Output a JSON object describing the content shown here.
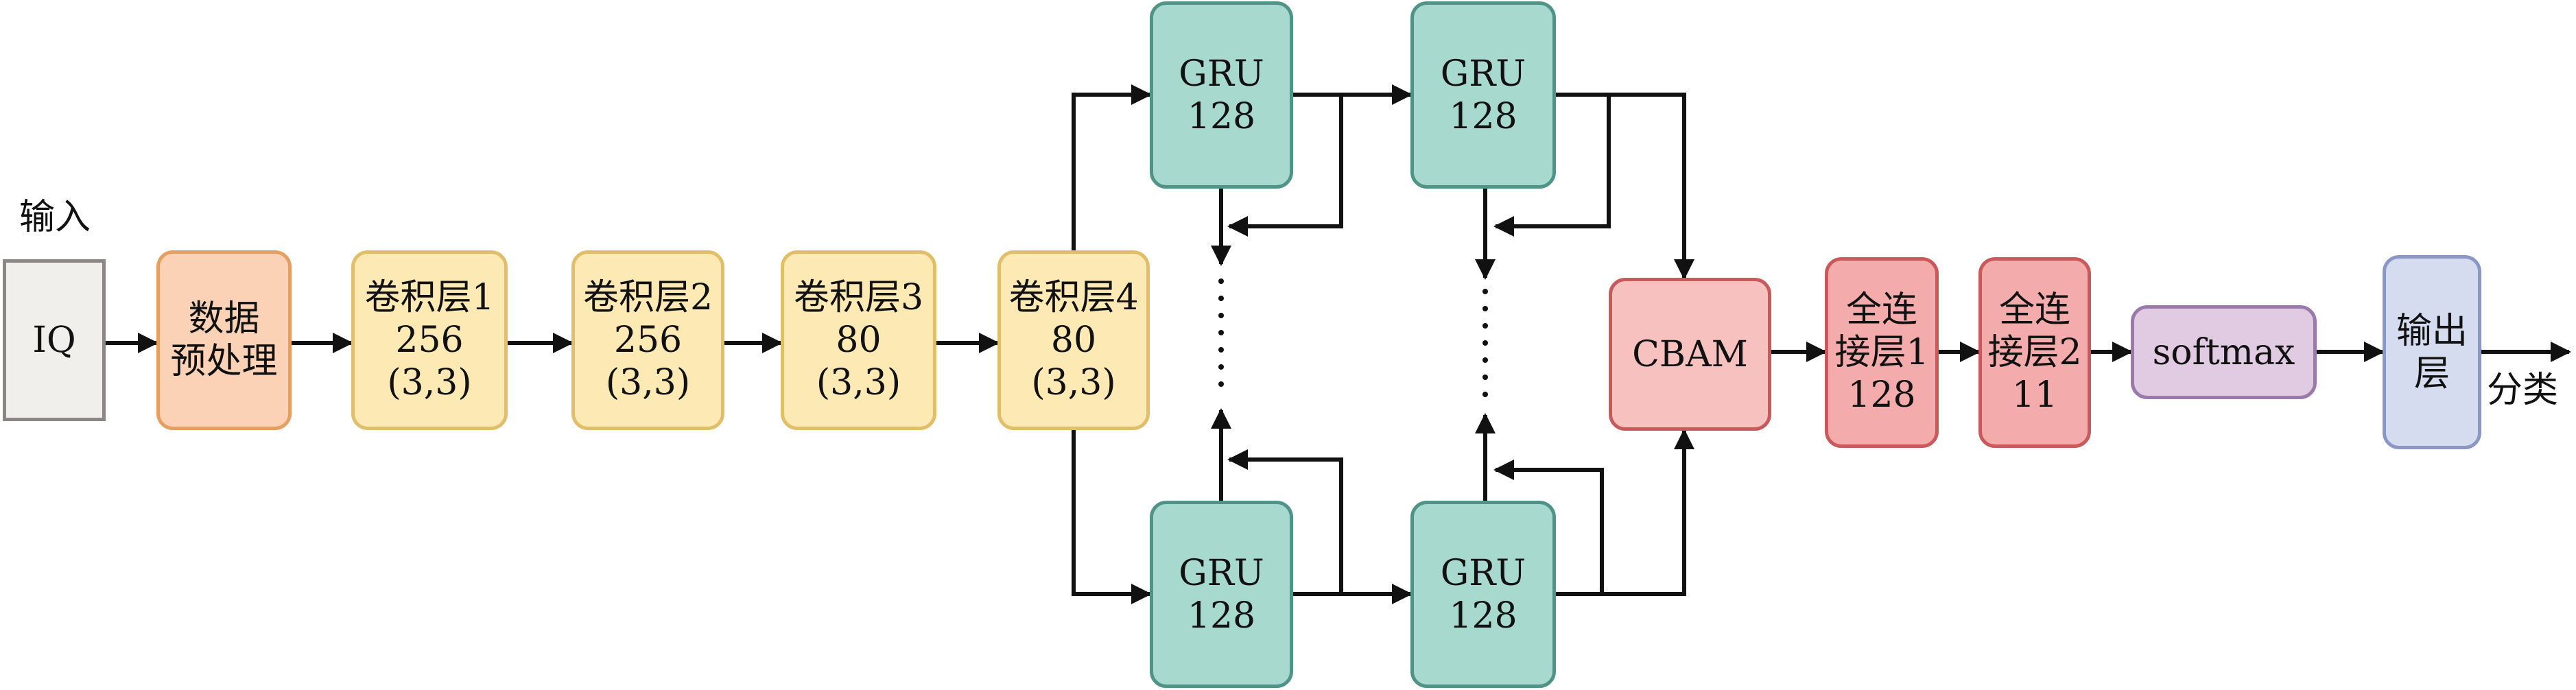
{
  "labels": {
    "input": "输入",
    "output": "分类"
  },
  "nodes": {
    "iq": {
      "lines": [
        "IQ"
      ],
      "fill": "#f1efec",
      "stroke": "#8a8784"
    },
    "pre": {
      "lines": [
        "数据",
        "预处理"
      ],
      "fill": "#fbd2b5",
      "stroke": "#e59f62"
    },
    "conv1": {
      "lines": [
        "卷积层1",
        "256",
        "(3,3)"
      ],
      "fill": "#fde9b4",
      "stroke": "#e1bf6a"
    },
    "conv2": {
      "lines": [
        "卷积层2",
        "256",
        "(3,3)"
      ],
      "fill": "#fde9b4",
      "stroke": "#e1bf6a"
    },
    "conv3": {
      "lines": [
        "卷积层3",
        "80",
        "(3,3)"
      ],
      "fill": "#fde9b4",
      "stroke": "#e1bf6a"
    },
    "conv4": {
      "lines": [
        "卷积层4",
        "80",
        "(3,3)"
      ],
      "fill": "#fde9b4",
      "stroke": "#e1bf6a"
    },
    "gru_tl": {
      "lines": [
        "GRU",
        "128"
      ],
      "fill": "#a8d9cf",
      "stroke": "#4f9487"
    },
    "gru_tr": {
      "lines": [
        "GRU",
        "128"
      ],
      "fill": "#a8d9cf",
      "stroke": "#4f9487"
    },
    "gru_bl": {
      "lines": [
        "GRU",
        "128"
      ],
      "fill": "#a8d9cf",
      "stroke": "#4f9487"
    },
    "gru_br": {
      "lines": [
        "GRU",
        "128"
      ],
      "fill": "#a8d9cf",
      "stroke": "#4f9487"
    },
    "cbam": {
      "lines": [
        "CBAM"
      ],
      "fill": "#f7c1c0",
      "stroke": "#c9595a"
    },
    "fc1": {
      "lines": [
        "全连",
        "接层1",
        "128"
      ],
      "fill": "#f3abab",
      "stroke": "#c9595a"
    },
    "fc2": {
      "lines": [
        "全连",
        "接层2",
        "11"
      ],
      "fill": "#f3abab",
      "stroke": "#c9595a"
    },
    "softmax": {
      "lines": [
        "softmax"
      ],
      "fill": "#e1cbe2",
      "stroke": "#9a7aa8"
    },
    "out": {
      "lines": [
        "输出",
        "层"
      ],
      "fill": "#d6dcef",
      "stroke": "#8b97c4"
    }
  }
}
